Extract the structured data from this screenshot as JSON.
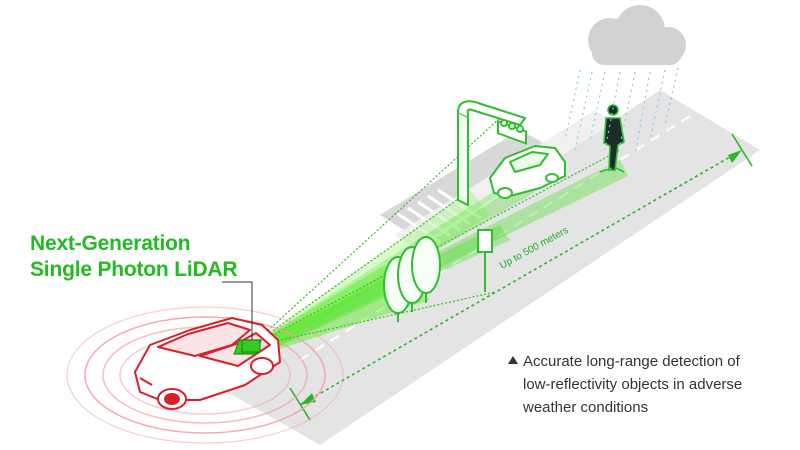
{
  "title": {
    "line1": "Next-Generation",
    "line2": "Single Photon LiDAR"
  },
  "range_label": "Up to 500 meters",
  "caption": {
    "icon": "triangle-up-icon",
    "line1": "Accurate long-range detection of",
    "line2": "low-reflectivity objects in adverse",
    "line3": "weather conditions"
  },
  "colors": {
    "accent_green": "#22bb22",
    "beam_green": "#44dd22",
    "car_red": "#d81f2a",
    "road_gray": "#e3e3e3",
    "text_dark": "#333333"
  },
  "icons": [
    "ego-car-icon",
    "lidar-sensor-icon",
    "traffic-light-icon",
    "car-icon",
    "pedestrian-icon",
    "rain-cloud-icon",
    "tree-icon",
    "road-sign-icon"
  ]
}
